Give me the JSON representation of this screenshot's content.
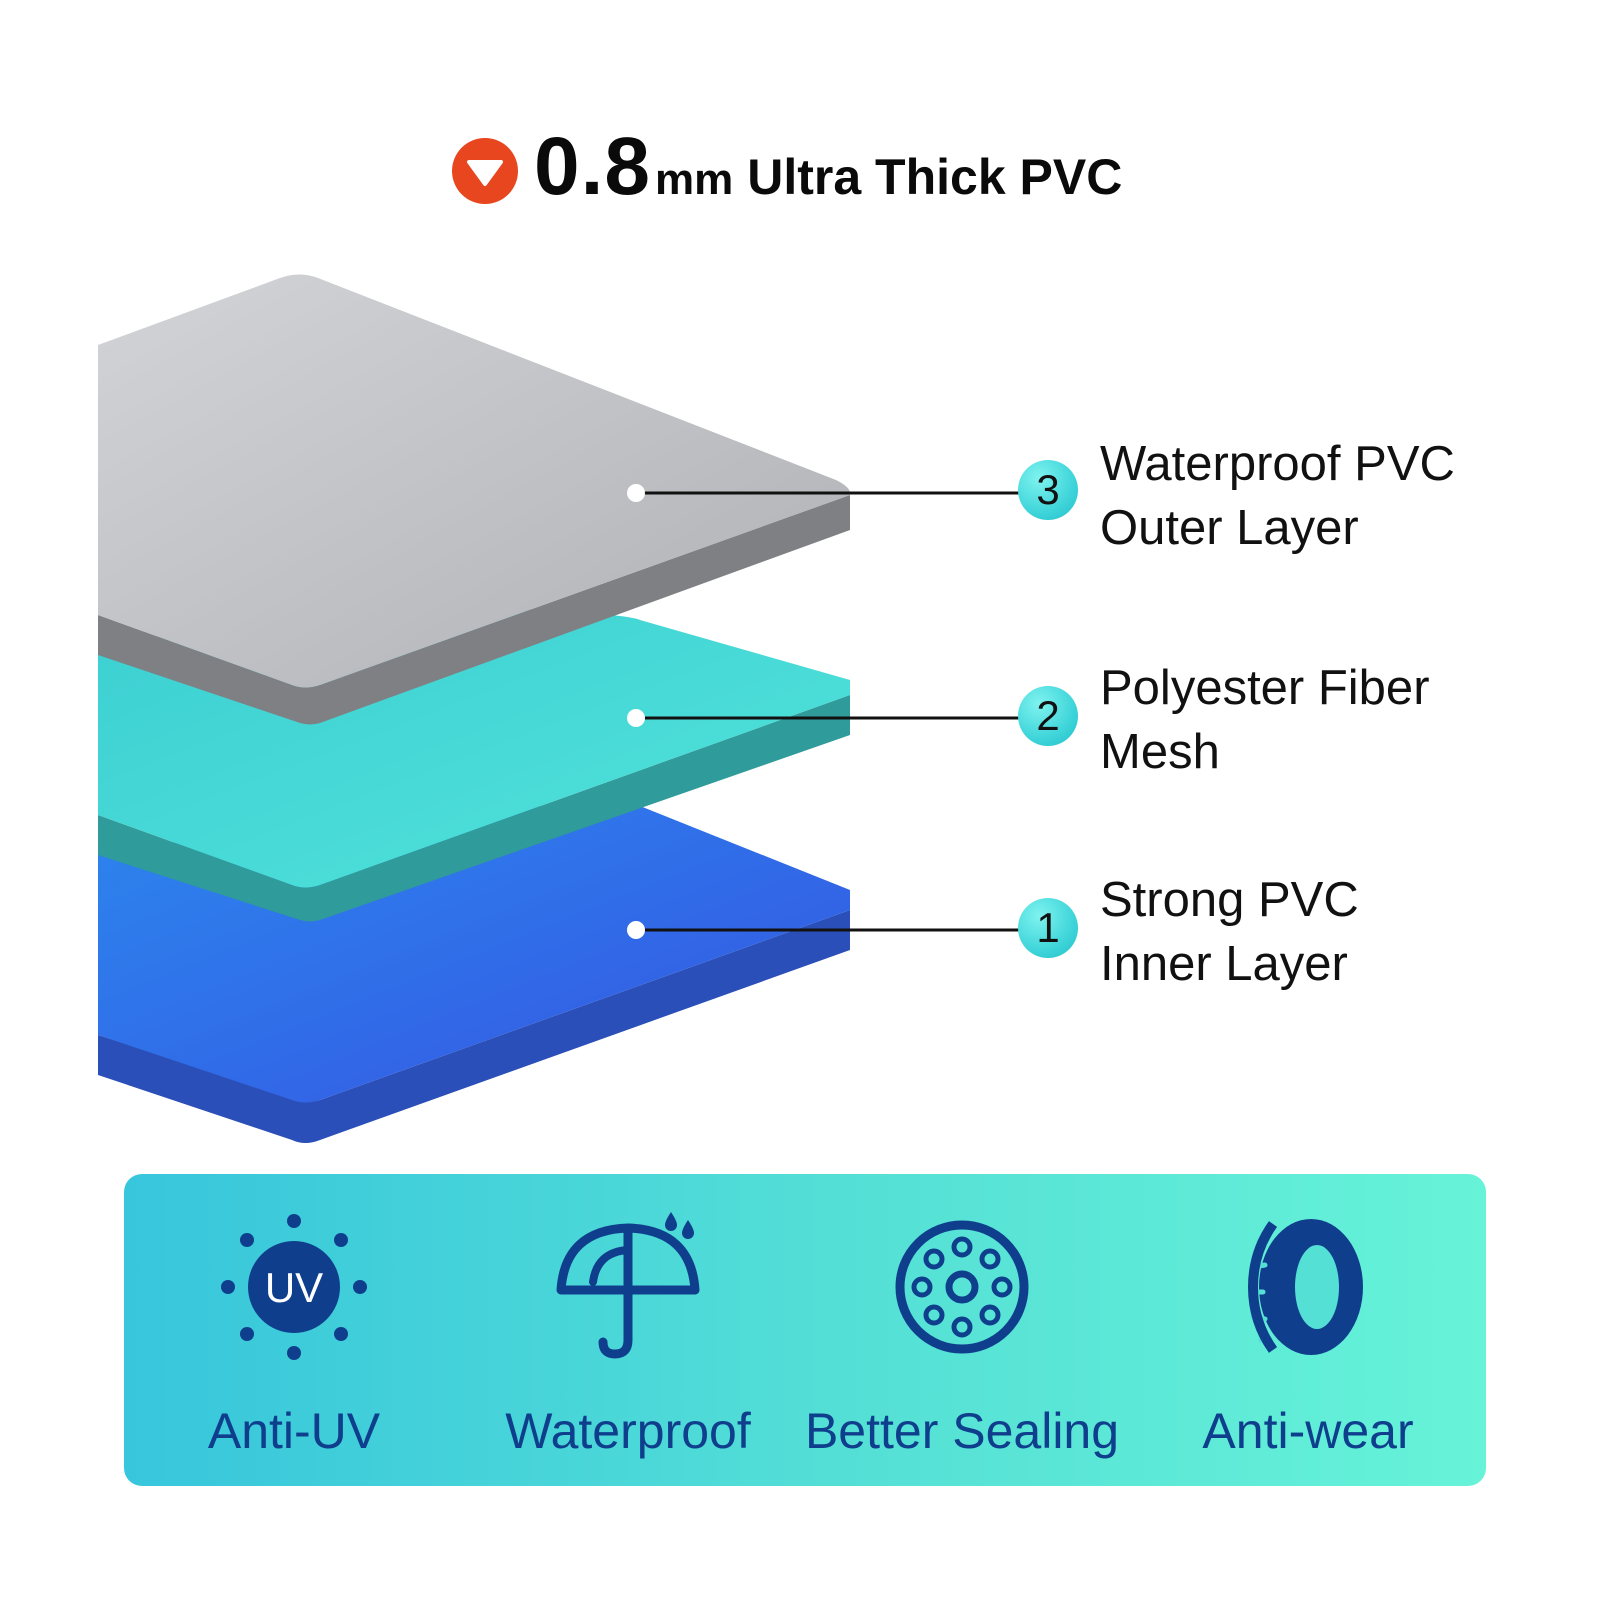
{
  "header": {
    "thickness_value": "0.8",
    "thickness_unit": "mm",
    "title_text": "Ultra Thick PVC",
    "badge_icon": "down-arrow-circle-icon",
    "badge_color": "#e8461f"
  },
  "layers": [
    {
      "number": "3",
      "line1": "Waterproof PVC",
      "line2": "Outer Layer",
      "color": "#b8b9bd"
    },
    {
      "number": "2",
      "line1": "Polyester Fiber",
      "line2": "Mesh",
      "color": "#45d9d4"
    },
    {
      "number": "1",
      "line1": "Strong PVC",
      "line2": "Inner Layer",
      "color": "#2f63ea"
    }
  ],
  "features": [
    {
      "label": "Anti-UV",
      "icon": "uv-sun-icon",
      "icon_text": "UV"
    },
    {
      "label": "Waterproof",
      "icon": "umbrella-rain-icon"
    },
    {
      "label": "Better Sealing",
      "icon": "sealing-ring-icon"
    },
    {
      "label": "Anti-wear",
      "icon": "tire-icon"
    }
  ],
  "colors": {
    "feature_text": "#0f3f8c",
    "feature_band_start": "#37c6dc",
    "feature_band_end": "#66f3d8",
    "callout": "#3fd5da"
  }
}
